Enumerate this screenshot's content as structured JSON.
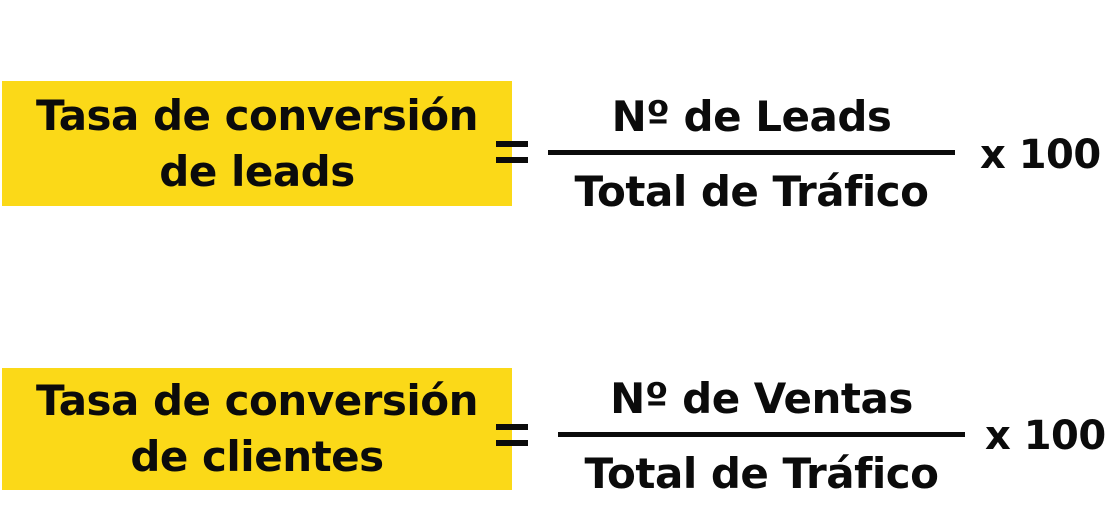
{
  "colors": {
    "highlight": "#FBD918",
    "text": "#0b0b0b",
    "background": "#ffffff"
  },
  "formulas": [
    {
      "label_line1": "Tasa de conversión",
      "label_line2": "de leads",
      "operator": "=",
      "numerator": "Nº de Leads",
      "denominator": "Total de Tráfico",
      "multiplier": "x 100"
    },
    {
      "label_line1": "Tasa de conversión",
      "label_line2": "de clientes",
      "operator": "=",
      "numerator": "Nº de Ventas",
      "denominator": "Total de Tráfico",
      "multiplier": "x 100"
    }
  ]
}
